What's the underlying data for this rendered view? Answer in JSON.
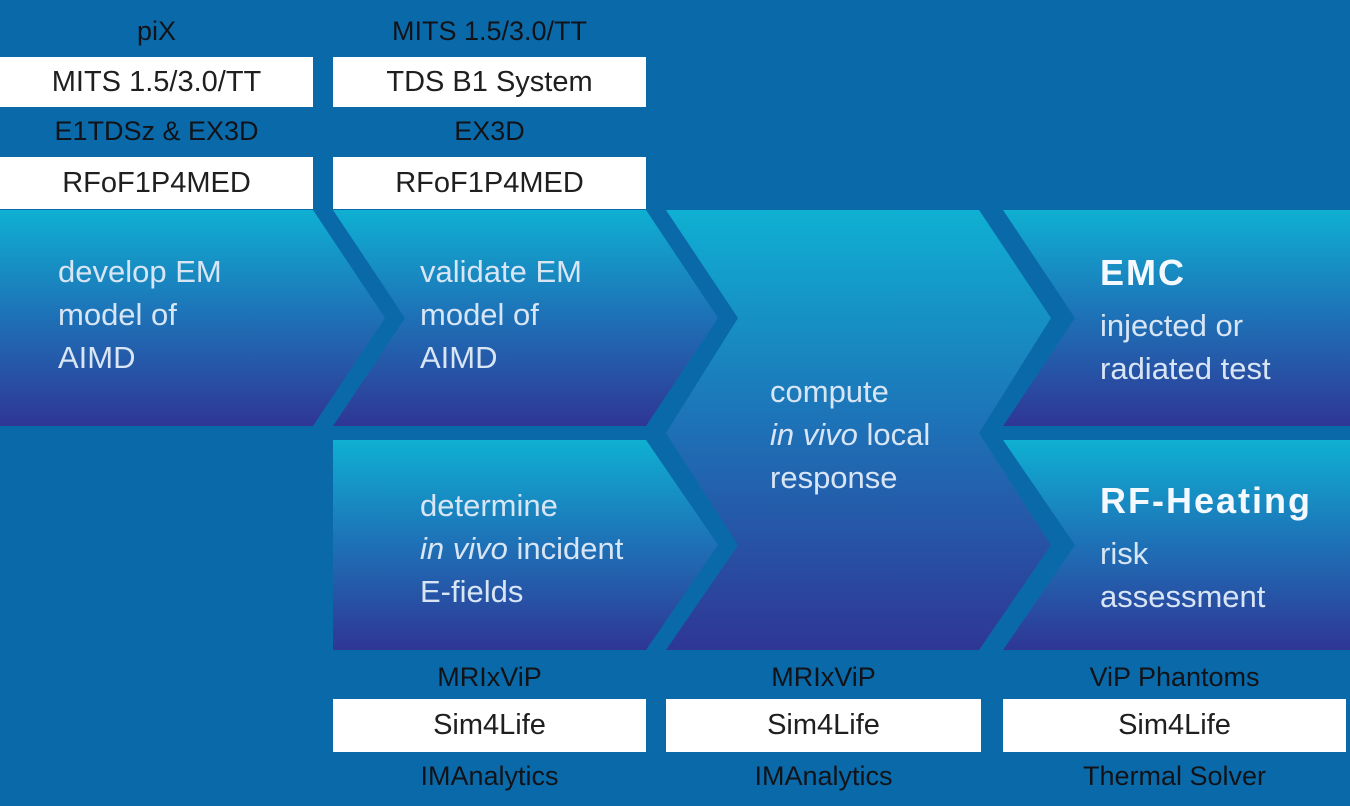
{
  "colors": {
    "background": "#0a6aa9",
    "chevron_gradient_top": "#0fb0d2",
    "chevron_gradient_mid": "#1d74b8",
    "chevron_gradient_bottom": "#2f3695",
    "bar_background": "#ffffff",
    "dark_label_text": "#111318",
    "chevron_light_text": "#d8e5f4"
  },
  "top_labels": {
    "col1": {
      "label1": "piX",
      "bar1": "MITS 1.5/3.0/TT",
      "label2": "E1TDSz & EX3D",
      "bar2": "RFoF1P4MED"
    },
    "col2": {
      "label1": "MITS 1.5/3.0/TT",
      "bar1": "TDS B1 System",
      "label2": "EX3D",
      "bar2": "RFoF1P4MED"
    }
  },
  "chevrons": {
    "develop": {
      "line1": "develop EM",
      "line2": "model of",
      "line3": "AIMD"
    },
    "validate": {
      "line1": "validate EM",
      "line2": "model of",
      "line3": "AIMD"
    },
    "determine": {
      "line1": "determine",
      "line2_italic": "in vivo",
      "line2_rest": " incident",
      "line3": "E-fields"
    },
    "compute": {
      "line1": "compute",
      "line2_italic": "in vivo",
      "line2_rest": " local",
      "line3": "response"
    },
    "emc": {
      "header": "EMC",
      "line1": "injected or",
      "line2": "radiated test"
    },
    "rf": {
      "header": "RF-Heating",
      "line1": "risk",
      "line2": "assessment"
    }
  },
  "bottom_labels": {
    "col2": {
      "label_top": "MRIxViP",
      "bar": "Sim4Life",
      "label_bottom": "IMAnalytics"
    },
    "col3": {
      "label_top": "MRIxViP",
      "bar": "Sim4Life",
      "label_bottom": "IMAnalytics"
    },
    "col4": {
      "label_top": "ViP Phantoms",
      "bar": "Sim4Life",
      "label_bottom": "Thermal Solver"
    }
  }
}
